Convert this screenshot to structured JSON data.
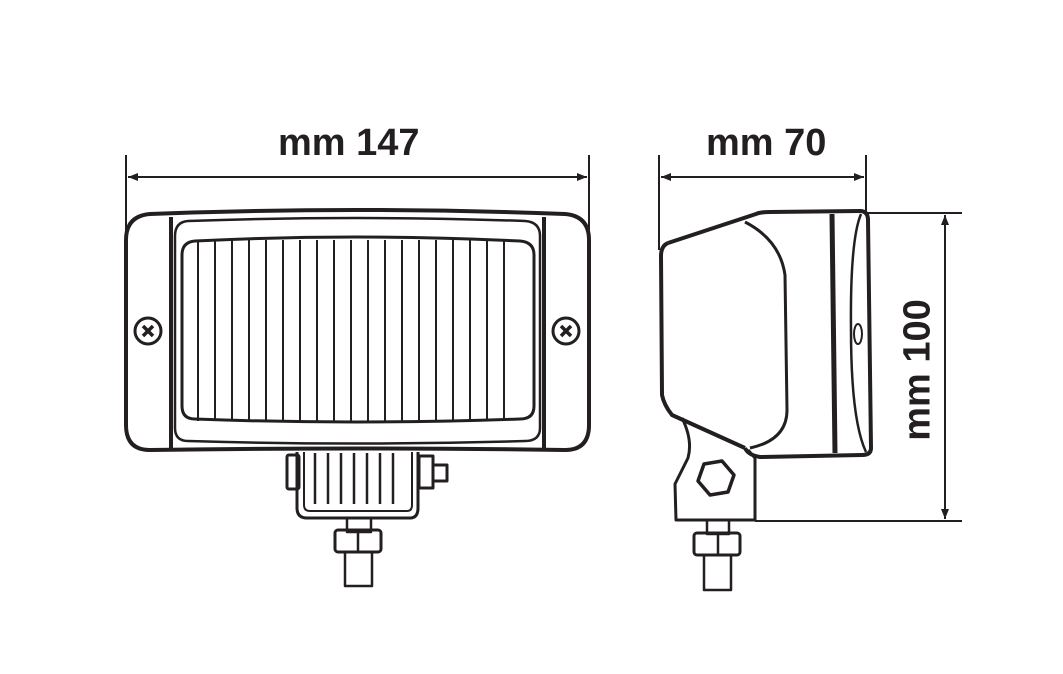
{
  "dimensions": {
    "width_label": "mm 147",
    "depth_label": "mm 70",
    "height_label": "mm 100"
  },
  "colors": {
    "line": "#231f20",
    "background": "#ffffff"
  }
}
